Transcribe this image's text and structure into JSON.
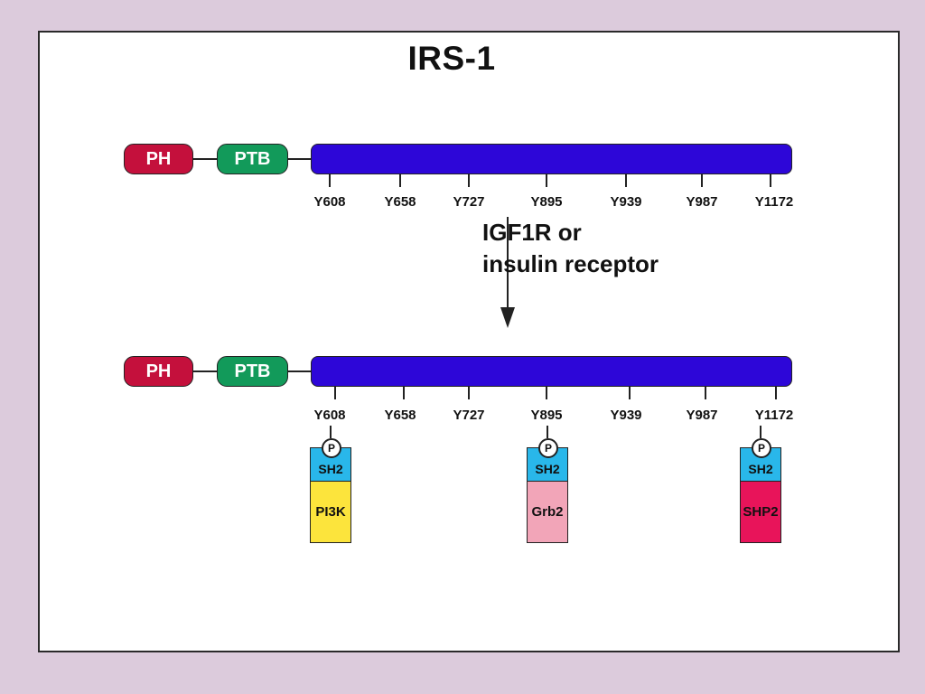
{
  "title": "IRS-1",
  "domains": {
    "ph": "PH",
    "ptb": "PTB"
  },
  "sites": [
    "Y608",
    "Y658",
    "Y727",
    "Y895",
    "Y939",
    "Y987",
    "Y1172"
  ],
  "stimulus": {
    "line1": "IGF1R or",
    "line2": "insulin receptor"
  },
  "phospho_symbol": "P",
  "binding_partners": [
    {
      "site": "Y608",
      "domain": "SH2",
      "partner": "PI3K",
      "color": "#fce43c"
    },
    {
      "site": "Y895",
      "domain": "SH2",
      "partner": "Grb2",
      "color": "#f2a5b8"
    },
    {
      "site": "Y1172",
      "domain": "SH2",
      "partner": "SHP2",
      "color": "#e8145a"
    }
  ],
  "colors": {
    "background": "#dccbdc",
    "ph": "#c4103c",
    "ptb": "#129a5a",
    "main_bar": "#2d06d8",
    "sh2": "#29b7ea"
  }
}
